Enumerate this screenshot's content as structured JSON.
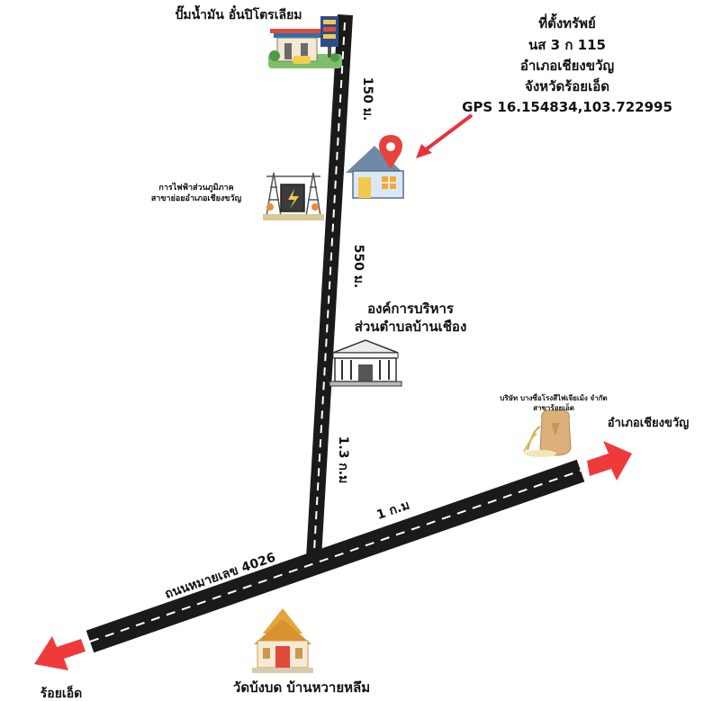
{
  "property": {
    "title": "ที่ตั้งทรัพย์",
    "deed": "นส 3 ก 115",
    "district": "อำเภอเชียงขวัญ",
    "province": "จังหวัดร้อยเอ็ด",
    "gps": "GPS 16.154834,103.722995"
  },
  "landmarks": {
    "gas_station": "ปั๊มน้ำมัน อั๋นปิโตรเลียม",
    "pea_line1": "การไฟฟ้าส่วนภูมิภาค",
    "pea_line2": "สาขาย่อยอำเภอเชียงขวัญ",
    "sao_line1": "องค์การบริหาร",
    "sao_line2": "ส่วนตำบลบ้านเชือง",
    "rice_line1": "บริษัท บางซื่อโรงสีไฟเจียเม้ง จำกัด",
    "rice_line2": "สาขาร้อยเอ็ด",
    "temple": "วัดบ้งบด บ้านหวายหลึม"
  },
  "distances": {
    "d1": "150 ม.",
    "d2": "550 ม.",
    "d3": "1.3 ก.ม",
    "d4": "1 ก.ม"
  },
  "road": {
    "name": "ถนนหมายเลข 4026"
  },
  "directions": {
    "right": "อำเภอเชียงขวัญ",
    "left": "ร้อยเอ็ด"
  },
  "colors": {
    "road": "#1a1a1a",
    "road_dash": "#ffffff",
    "arrow": "#f03a3a",
    "pin": "#e8423a"
  },
  "icons": [
    "gas-station-icon",
    "power-station-icon",
    "house-pin-icon",
    "government-building-icon",
    "rice-sack-icon",
    "temple-icon"
  ]
}
